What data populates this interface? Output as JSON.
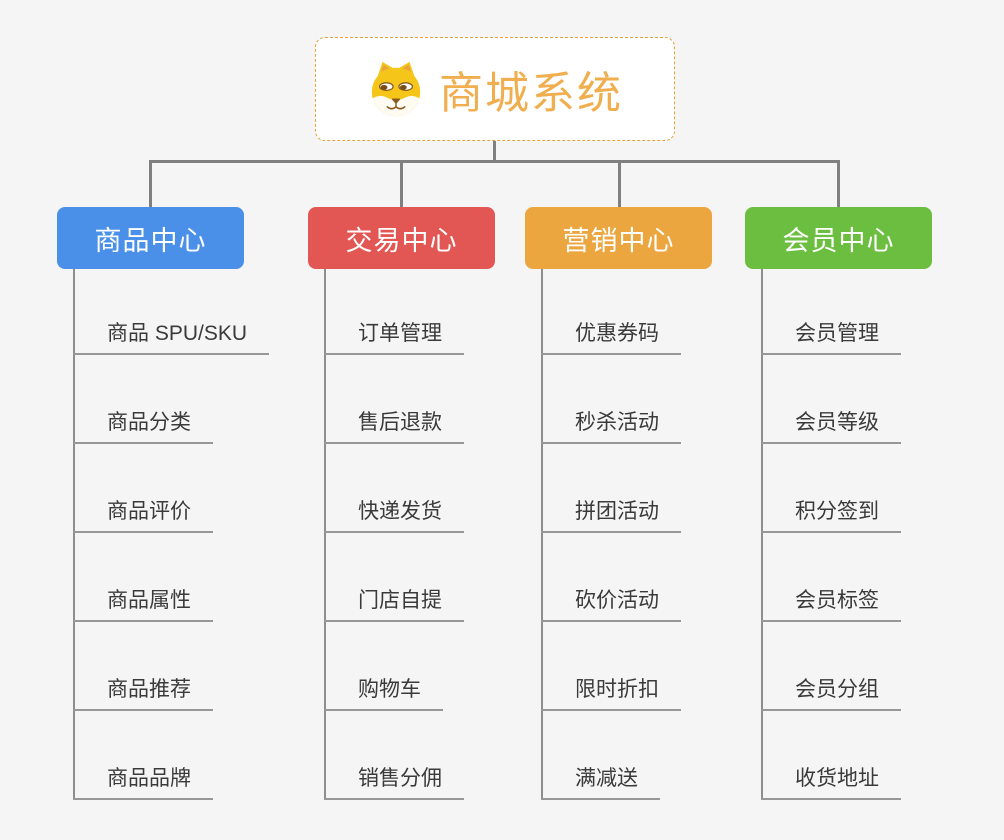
{
  "root": {
    "title": "商城系统",
    "icon": "shiba-dog-icon",
    "border_color": "#E9A23B",
    "title_color": "#F0AE4E",
    "background": "#FFFFFF"
  },
  "canvas": {
    "background_color": "#F5F5F5",
    "connector_color": "#808080",
    "leaf_underline_color": "#979797",
    "leaf_text_color": "#3A3A3A"
  },
  "branches": [
    {
      "label": "商品中心",
      "color": "#4A90E8",
      "children": [
        "商品 SPU/SKU",
        "商品分类",
        "商品评价",
        "商品属性",
        "商品推荐",
        "商品品牌"
      ]
    },
    {
      "label": "交易中心",
      "color": "#E25653",
      "children": [
        "订单管理",
        "售后退款",
        "快递发货",
        "门店自提",
        "购物车",
        "销售分佣"
      ]
    },
    {
      "label": "营销中心",
      "color": "#EBA63F",
      "children": [
        "优惠券码",
        "秒杀活动",
        "拼团活动",
        "砍价活动",
        "限时折扣",
        "满减送"
      ]
    },
    {
      "label": "会员中心",
      "color": "#6CBE40",
      "children": [
        "会员管理",
        "会员等级",
        "积分签到",
        "会员标签",
        "会员分组",
        "收货地址"
      ]
    }
  ]
}
